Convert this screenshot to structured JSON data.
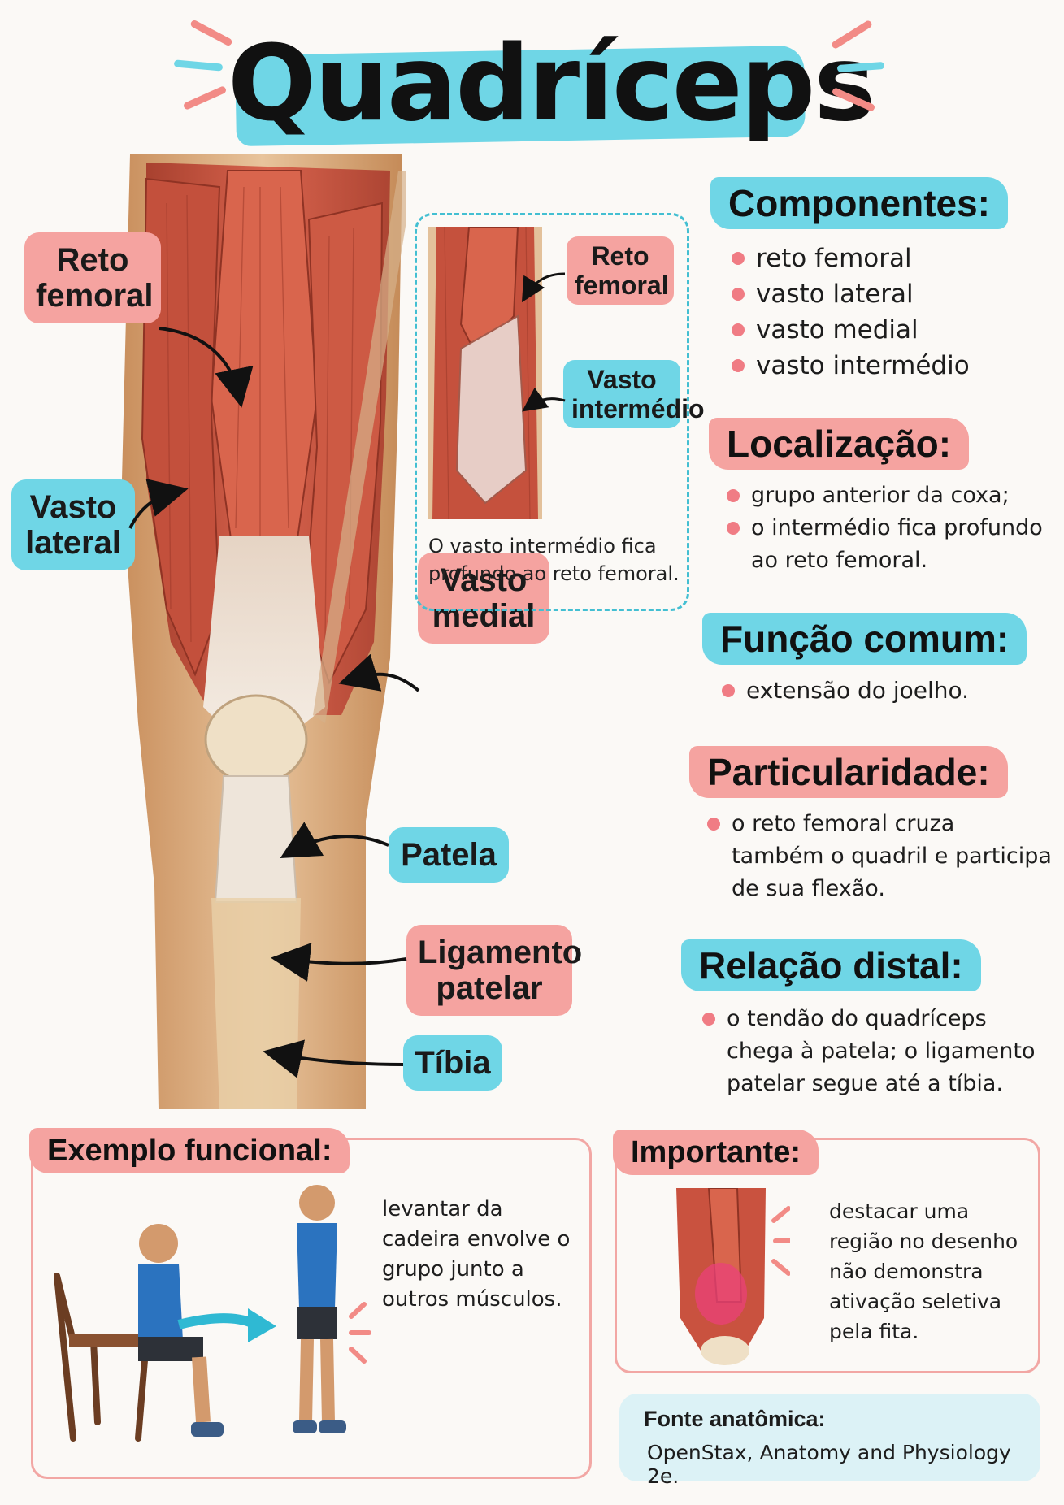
{
  "title": "Quadríceps",
  "colors": {
    "pink": "#f5a3a0",
    "cyan": "#6fd6e6",
    "muscle": "#c9523f",
    "bullet": "#f07c84"
  },
  "labels": {
    "reto_femoral": "Reto femoral",
    "vasto_lateral": "Vasto lateral",
    "vasto_medial": "Vasto medial",
    "patela": "Patela",
    "ligamento_patelar": "Ligamento patelar",
    "tibia": "Tíbia"
  },
  "inset": {
    "reto_femoral": "Reto femoral",
    "vasto_intermedio": "Vasto intermédio",
    "caption": "O vasto intermédio fica profundo ao reto femoral."
  },
  "sections": {
    "componentes": {
      "heading": "Componentes:",
      "items": [
        "reto femoral",
        "vasto lateral",
        "vasto medial",
        "vasto intermédio"
      ]
    },
    "localizacao": {
      "heading": "Localização:",
      "items": [
        "grupo anterior da coxa;",
        "o intermédio fica profundo ao reto femoral."
      ]
    },
    "funcao": {
      "heading": "Função comum:",
      "items": [
        "extensão do joelho."
      ]
    },
    "particularidade": {
      "heading": "Particularidade:",
      "items": [
        "o reto femoral cruza também o quadril e participa de sua flexão."
      ]
    },
    "relacao": {
      "heading": "Relação distal:",
      "items": [
        "o tendão do quadríceps chega à patela; o ligamento patelar segue até a tíbia."
      ]
    }
  },
  "exemplo": {
    "heading": "Exemplo funcional:",
    "text": "levantar da cadeira envolve o grupo junto a outros músculos."
  },
  "importante": {
    "heading": "Importante:",
    "text": "destacar uma região no desenho não demonstra ativação seletiva pela fita."
  },
  "fonte": {
    "label": "Fonte anatômica:",
    "text": "OpenStax, Anatomy and Physiology 2e."
  }
}
